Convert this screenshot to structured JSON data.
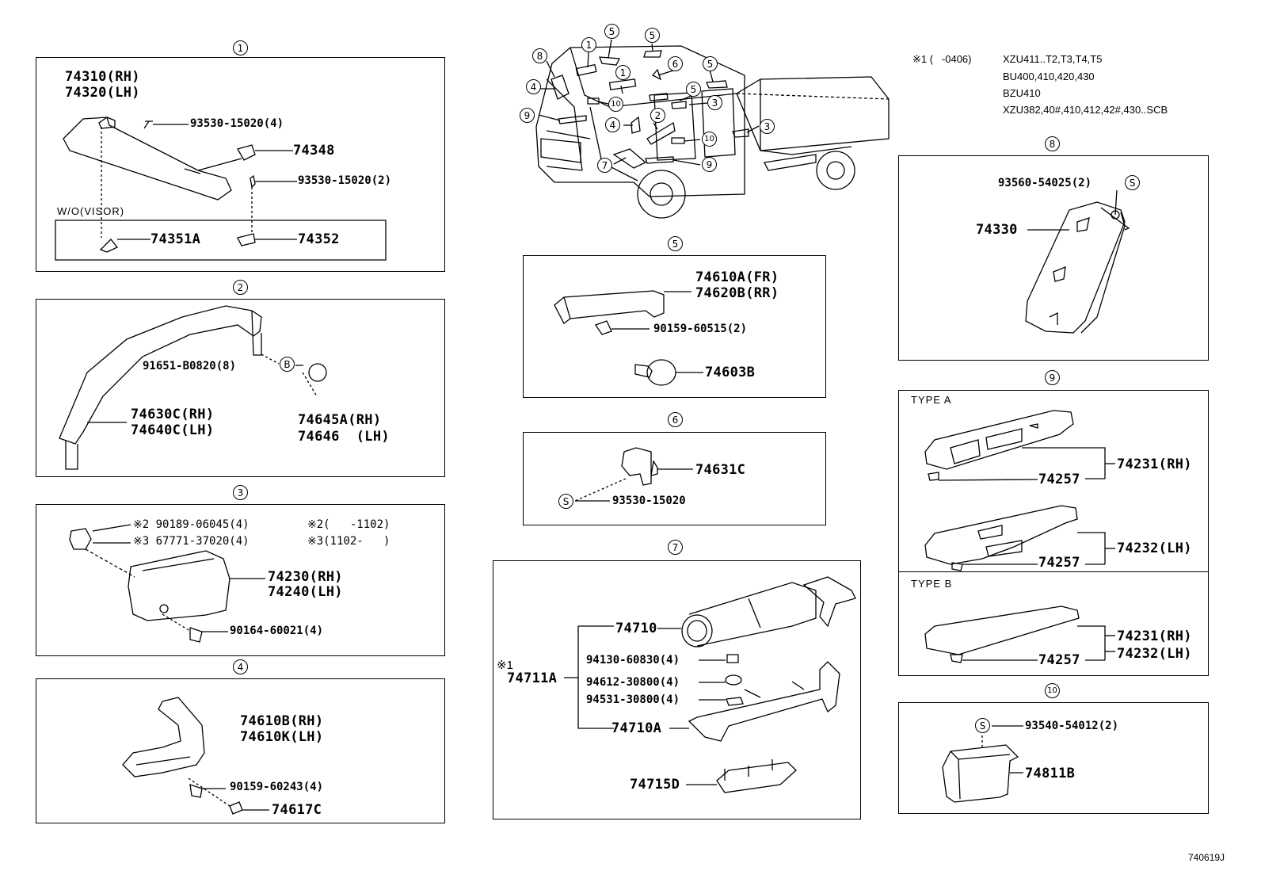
{
  "diagram_id": "740619J",
  "vehicle_callouts": {
    "n1a": "1",
    "n1b": "1",
    "n2": "2",
    "n3a": "3",
    "n3b": "3",
    "n4a": "4",
    "n4b": "4",
    "n5a": "5",
    "n5b": "5",
    "n5c": "5",
    "n5d": "5",
    "n6": "6",
    "n7": "7",
    "n8": "8",
    "n9a": "9",
    "n9b": "9",
    "n10a": "10",
    "n10b": "10"
  },
  "applicability": {
    "mark": "※1 (   -0406)",
    "models": [
      "XZU411..T2,T3,T4,T5",
      "BU400,410,420,430",
      "BZU410",
      "XZU382,40#,410,412,42#,430..SCB"
    ]
  },
  "sections": {
    "s1": {
      "num": "1",
      "part_main_rh": "74310(RH)",
      "part_main_lh": "74320(LH)",
      "screw_a": "93530-15020(4)",
      "holder": "74348",
      "screw_b": "93530-15020(2)",
      "wo_visor": "W/O(VISOR)",
      "part_351a": "74351A",
      "part_352": "74352"
    },
    "s2": {
      "num": "2",
      "clip": "91651-B0820(8)",
      "clip_mark": "B",
      "part_rh": "74630C(RH)",
      "part_lh": "74640C(LH)",
      "cap_rh": "74645A(RH)",
      "cap_lh": "74646  (LH)"
    },
    "s3": {
      "num": "3",
      "fastener_a": "※2 90189-06045(4)",
      "fastener_b": "※3 67771-37020(4)",
      "note_a": "※2(   -1102)",
      "note_b": "※3(1102-   )",
      "part_rh": "74230(RH)",
      "part_lh": "74240(LH)",
      "screw": "90164-60021(4)"
    },
    "s4": {
      "num": "4",
      "part_rh": "74610B(RH)",
      "part_lh": "74610K(LH)",
      "screw": "90159-60243(4)",
      "cap": "74617C"
    },
    "s5": {
      "num": "5",
      "part_fr": "74610A(FR)",
      "part_rr": "74620B(RR)",
      "screw": "90159-60515(2)",
      "cap": "74603B"
    },
    "s6": {
      "num": "6",
      "part": "74631C",
      "screw_mark": "S",
      "screw": "93530-15020"
    },
    "s7": {
      "num": "7",
      "mark": "※1",
      "assembly": "74711A",
      "extinguisher": "74710",
      "nut": "94130-60830(4)",
      "washer_a": "94612-30800(4)",
      "washer_b": "94531-30800(4)",
      "bracket": "74710A",
      "plate": "74715D"
    },
    "s8": {
      "num": "8",
      "screw_mark": "S",
      "screw": "93560-54025(2)",
      "part": "74330"
    },
    "s9": {
      "num": "9",
      "type_a": "TYPE A",
      "type_b": "TYPE B",
      "a_part_rh": "74231(RH)",
      "a_part_lh": "74232(LH)",
      "a_clip_1": "74257",
      "a_clip_2": "74257",
      "b_part_rh": "74231(RH)",
      "b_part_lh": "74232(LH)",
      "b_clip": "74257"
    },
    "s10": {
      "num": "10",
      "screw_mark": "S",
      "screw": "93540-54012(2)",
      "part": "74811B"
    }
  }
}
